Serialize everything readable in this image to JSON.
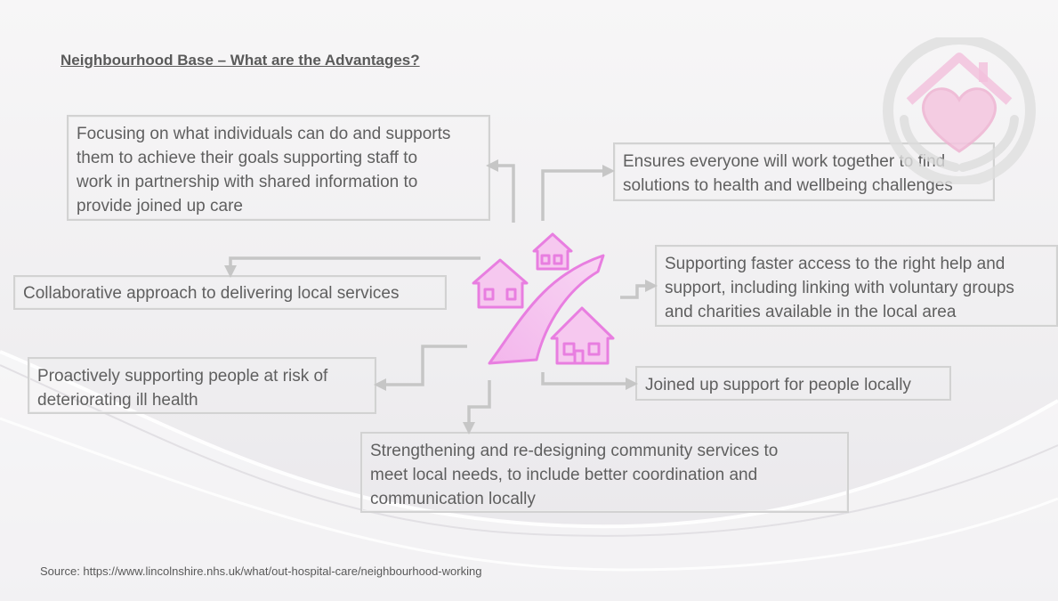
{
  "slide": {
    "title": "Neighbourhood Base – What are the Advantages?",
    "boxes": {
      "focus": [
        "Focusing on what individuals can do and supports",
        "them to achieve their goals supporting  staff to",
        "work in partnership with shared information to",
        "provide joined up care"
      ],
      "ensure": [
        "Ensures everyone will work together to find",
        "solutions to health and wellbeing challenges"
      ],
      "collab": [
        "Collaborative approach to delivering local services"
      ],
      "faster": [
        "Supporting  faster access to the right help and",
        "support, including linking with voluntary groups",
        "and charities available in the local area"
      ],
      "proact": [
        "Proactively supporting people at risk of",
        "deteriorating ill health"
      ],
      "joined": [
        "Joined up support for people locally"
      ],
      "strength": [
        "Strengthening and re-designing community services to",
        "meet local needs, to include better coordination and",
        "communication locally"
      ]
    },
    "source": "Source: https://www.lincolnshire.nhs.uk/what/out-hospital-care/neighbourhood-working"
  },
  "icons": {
    "central": "houses-on-road-icon",
    "logo": "heart-house-hands-icon"
  },
  "colors": {
    "accent_pink": "#e87ee0",
    "accent_pink_light": "#f6c8ef",
    "connector_grey": "#c6c6c6",
    "text": "#595959"
  }
}
